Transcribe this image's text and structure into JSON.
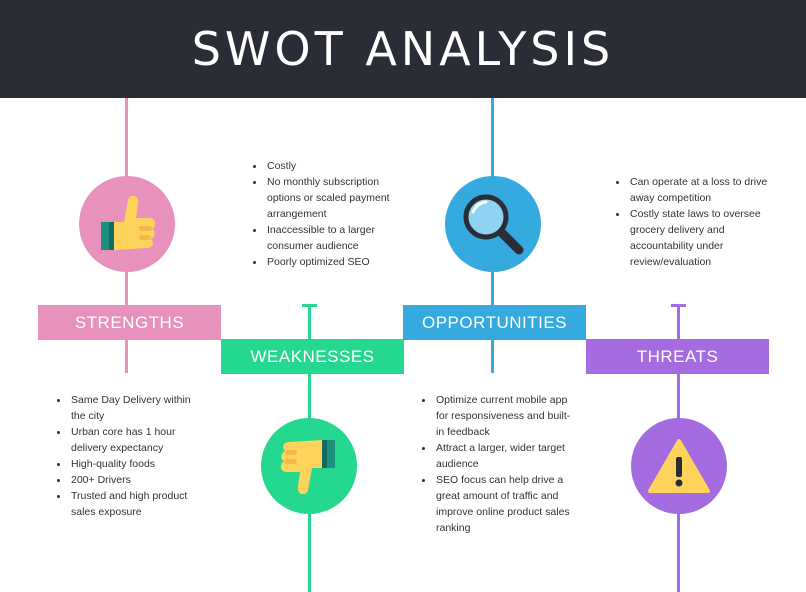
{
  "title": "SWOT ANALYSIS",
  "colors": {
    "header_bg": "#2b2d36",
    "strengths": "#e891bd",
    "weaknesses": "#25d88f",
    "opportunities": "#35aadf",
    "threats": "#a46ce0",
    "icon_yellow": "#fdd35c",
    "icon_teal": "#1b8f80"
  },
  "icons": {
    "strengths": "thumbs-up-icon",
    "weaknesses": "thumbs-down-icon",
    "opportunities": "magnifying-glass-icon",
    "threats": "warning-triangle-icon"
  },
  "strengths": {
    "label": "STRENGTHS",
    "items": [
      "Same Day Delivery within the city",
      "Urban core has 1 hour delivery expectancy",
      "High-quality foods",
      "200+ Drivers",
      "Trusted and high product sales exposure"
    ]
  },
  "weaknesses": {
    "label": "WEAKNESSES",
    "items": [
      "Costly",
      "No monthly subscription options or scaled payment arrangement",
      "Inaccessible to a larger consumer audience",
      "Poorly optimized SEO"
    ]
  },
  "opportunities": {
    "label": "OPPORTUNITIES",
    "items": [
      "Optimize current mobile app for responsiveness and built-in feedback",
      "Attract a larger, wider target audience",
      "SEO focus can help drive a great amount of traffic and improve online product sales ranking"
    ]
  },
  "threats": {
    "label": "THREATS",
    "items": [
      "Can operate at a loss to drive away competition",
      "Costly state laws to oversee grocery delivery and accountability under review/evaluation"
    ]
  }
}
